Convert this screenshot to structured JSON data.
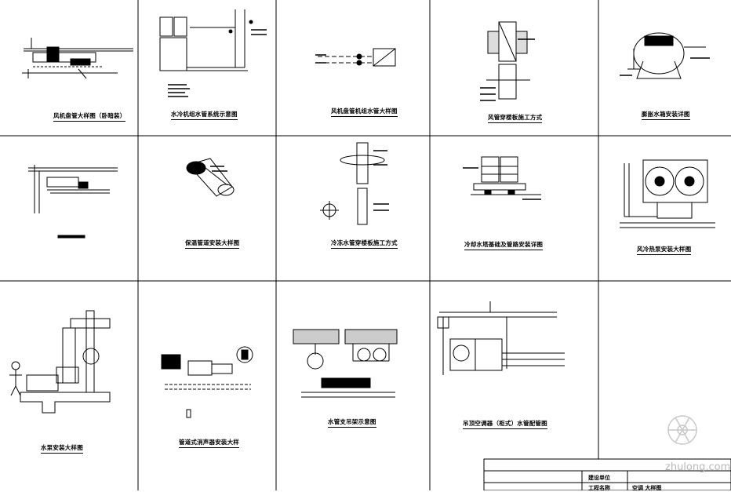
{
  "captions": {
    "c1": "风机盘管大样图（卧暗装）",
    "c2": "水冷机组水管系统示意图",
    "c3": "风机盘管机组水管大样图",
    "c4": "风管穿楼板施工方式",
    "c5": "膨胀水箱安装详图",
    "c6": "",
    "c7": "保温管道安装大样图",
    "c8": "冷冻水管穿楼板施工方式",
    "c9": "冷却水塔基础及管路安装详图",
    "c10": "风冷热泵安装大样图",
    "c11": "水泵安装大样图",
    "c12": "管道式消声器安装大样",
    "c13": "水管支吊架示意图",
    "c14": "吊顶空调器（柜式）水管配管图"
  },
  "title_block": {
    "label_a": "建设单位",
    "label_b": "工程名称",
    "value_b": "空调 大样图"
  },
  "watermark": {
    "text": "zhulong.com"
  },
  "colors": {
    "line": "#000000",
    "watermark": "#c8c8c8"
  }
}
